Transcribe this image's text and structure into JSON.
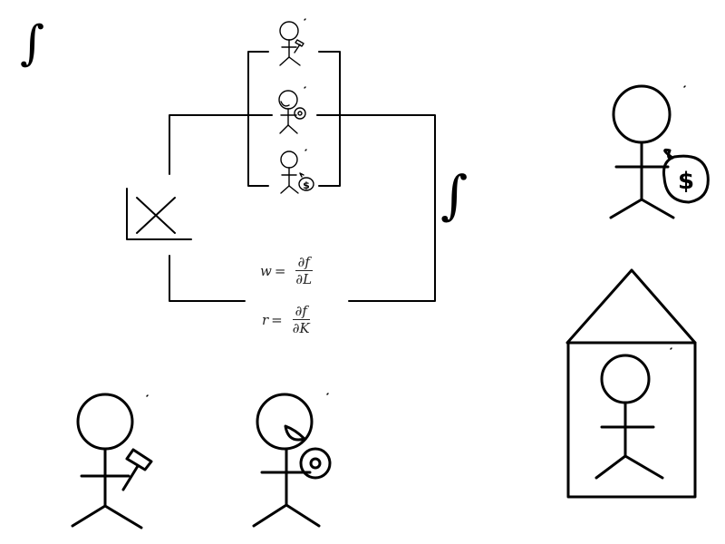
{
  "diagram": {
    "integral_symbol": "∫",
    "formulas": [
      {
        "lhs": "w",
        "eq": "=",
        "numerator": "∂f",
        "denominator": "∂L"
      },
      {
        "lhs": "r",
        "eq": "=",
        "numerator": "∂f",
        "denominator": "∂K"
      }
    ],
    "coin_symbol": "$"
  }
}
